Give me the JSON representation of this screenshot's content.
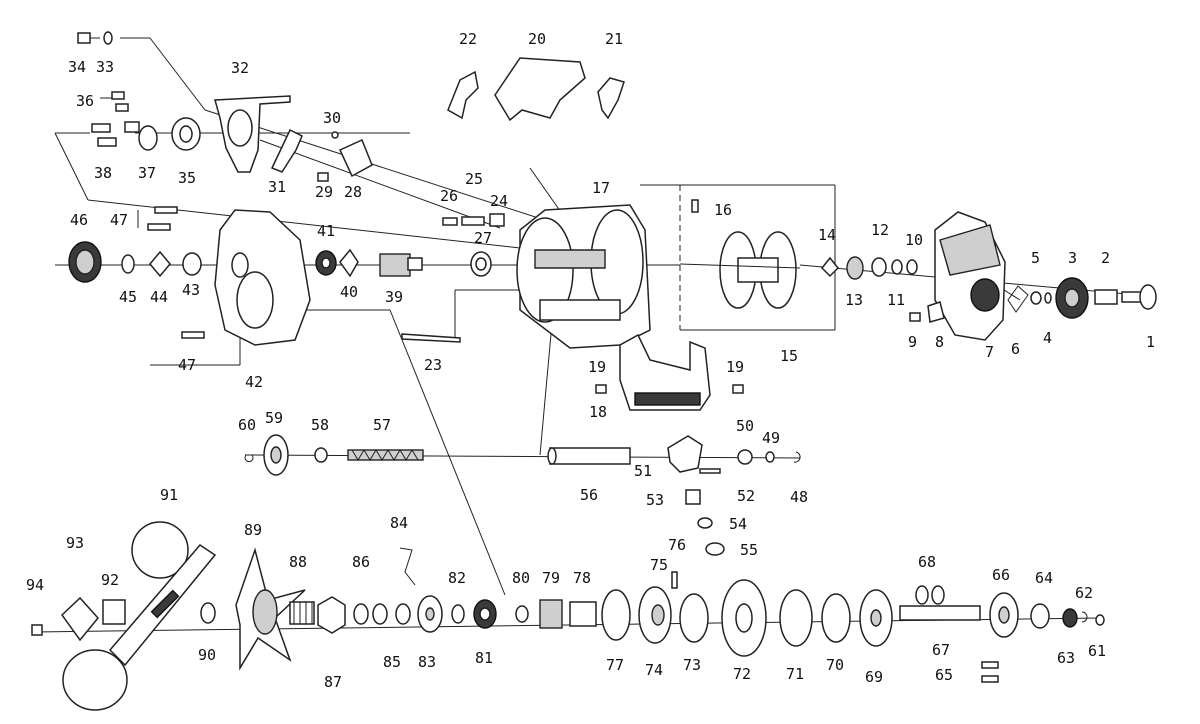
{
  "diagram": {
    "part_labels": [
      {
        "id": "1",
        "text": "1"
      },
      {
        "id": "2",
        "text": "2"
      },
      {
        "id": "3",
        "text": "3"
      },
      {
        "id": "4",
        "text": "4"
      },
      {
        "id": "5",
        "text": "5"
      },
      {
        "id": "6",
        "text": "6"
      },
      {
        "id": "7",
        "text": "7"
      },
      {
        "id": "8",
        "text": "8"
      },
      {
        "id": "9",
        "text": "9"
      },
      {
        "id": "10",
        "text": "10"
      },
      {
        "id": "11",
        "text": "11"
      },
      {
        "id": "12",
        "text": "12"
      },
      {
        "id": "13",
        "text": "13"
      },
      {
        "id": "14",
        "text": "14"
      },
      {
        "id": "15",
        "text": "15"
      },
      {
        "id": "16",
        "text": "16"
      },
      {
        "id": "17",
        "text": "17"
      },
      {
        "id": "18",
        "text": "18"
      },
      {
        "id": "19a",
        "text": "19"
      },
      {
        "id": "19b",
        "text": "19"
      },
      {
        "id": "20",
        "text": "20"
      },
      {
        "id": "21",
        "text": "21"
      },
      {
        "id": "22",
        "text": "22"
      },
      {
        "id": "23",
        "text": "23"
      },
      {
        "id": "24",
        "text": "24"
      },
      {
        "id": "25",
        "text": "25"
      },
      {
        "id": "26",
        "text": "26"
      },
      {
        "id": "27",
        "text": "27"
      },
      {
        "id": "28",
        "text": "28"
      },
      {
        "id": "29",
        "text": "29"
      },
      {
        "id": "30",
        "text": "30"
      },
      {
        "id": "31",
        "text": "31"
      },
      {
        "id": "32",
        "text": "32"
      },
      {
        "id": "33",
        "text": "33"
      },
      {
        "id": "34",
        "text": "34"
      },
      {
        "id": "35",
        "text": "35"
      },
      {
        "id": "36",
        "text": "36"
      },
      {
        "id": "37",
        "text": "37"
      },
      {
        "id": "38",
        "text": "38"
      },
      {
        "id": "39",
        "text": "39"
      },
      {
        "id": "40",
        "text": "40"
      },
      {
        "id": "41",
        "text": "41"
      },
      {
        "id": "42",
        "text": "42"
      },
      {
        "id": "43",
        "text": "43"
      },
      {
        "id": "44",
        "text": "44"
      },
      {
        "id": "45",
        "text": "45"
      },
      {
        "id": "46",
        "text": "46"
      },
      {
        "id": "47a",
        "text": "47"
      },
      {
        "id": "47b",
        "text": "47"
      },
      {
        "id": "48",
        "text": "48"
      },
      {
        "id": "49",
        "text": "49"
      },
      {
        "id": "50",
        "text": "50"
      },
      {
        "id": "51",
        "text": "51"
      },
      {
        "id": "52",
        "text": "52"
      },
      {
        "id": "53",
        "text": "53"
      },
      {
        "id": "54",
        "text": "54"
      },
      {
        "id": "55",
        "text": "55"
      },
      {
        "id": "56",
        "text": "56"
      },
      {
        "id": "57",
        "text": "57"
      },
      {
        "id": "58",
        "text": "58"
      },
      {
        "id": "59",
        "text": "59"
      },
      {
        "id": "60",
        "text": "60"
      },
      {
        "id": "61",
        "text": "61"
      },
      {
        "id": "62",
        "text": "62"
      },
      {
        "id": "63",
        "text": "63"
      },
      {
        "id": "64",
        "text": "64"
      },
      {
        "id": "65",
        "text": "65"
      },
      {
        "id": "66",
        "text": "66"
      },
      {
        "id": "67",
        "text": "67"
      },
      {
        "id": "68",
        "text": "68"
      },
      {
        "id": "69",
        "text": "69"
      },
      {
        "id": "70",
        "text": "70"
      },
      {
        "id": "71",
        "text": "71"
      },
      {
        "id": "72",
        "text": "72"
      },
      {
        "id": "73",
        "text": "73"
      },
      {
        "id": "74",
        "text": "74"
      },
      {
        "id": "75",
        "text": "75"
      },
      {
        "id": "76",
        "text": "76"
      },
      {
        "id": "77",
        "text": "77"
      },
      {
        "id": "78",
        "text": "78"
      },
      {
        "id": "79",
        "text": "79"
      },
      {
        "id": "80",
        "text": "80"
      },
      {
        "id": "81",
        "text": "81"
      },
      {
        "id": "82",
        "text": "82"
      },
      {
        "id": "83",
        "text": "83"
      },
      {
        "id": "84",
        "text": "84"
      },
      {
        "id": "85",
        "text": "85"
      },
      {
        "id": "86",
        "text": "86"
      },
      {
        "id": "87",
        "text": "87"
      },
      {
        "id": "88",
        "text": "88"
      },
      {
        "id": "89",
        "text": "89"
      },
      {
        "id": "90",
        "text": "90"
      },
      {
        "id": "91",
        "text": "91"
      },
      {
        "id": "92",
        "text": "92"
      },
      {
        "id": "93",
        "text": "93"
      },
      {
        "id": "94",
        "text": "94"
      }
    ]
  }
}
